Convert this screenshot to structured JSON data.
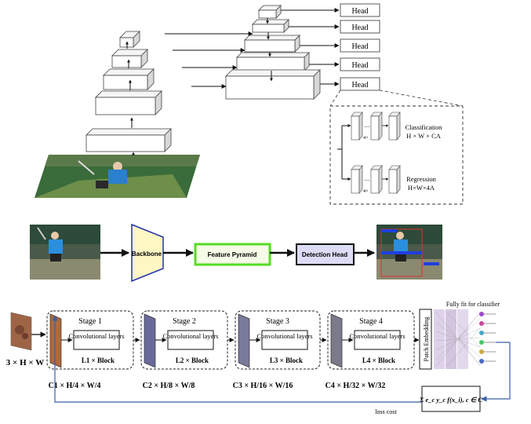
{
  "top_panel": {
    "heads": [
      "Head",
      "Head",
      "Head",
      "Head",
      "Head"
    ],
    "detail": {
      "repeat_label": "4×",
      "dots": "…",
      "classification_label": "Classification",
      "classification_dims": "H × W × CA",
      "regression_label": "Regression",
      "regression_dims": "H×W×4A"
    }
  },
  "middle_panel": {
    "stages": [
      "Backbone",
      "Feature Pyramid",
      "Detection Head"
    ],
    "colors": {
      "backbone_fill": "#fdf7c3",
      "backbone_stroke": "#2233aa",
      "pyramid_fill": "#f4fbe6",
      "pyramid_stroke": "#55dd22",
      "head_fill": "#dcdcf6",
      "head_stroke": "#111111"
    }
  },
  "bottom_panel": {
    "input_label": "3 × H × W",
    "stages": [
      {
        "title": "Stage 1",
        "block": "Convolutional layers",
        "repeat": "L1 × Block",
        "dims": "C1 × H/4 × W/4"
      },
      {
        "title": "Stage 2",
        "block": "Convolutional layers",
        "repeat": "L2 × Block",
        "dims": "C2 × H/8 × W/8"
      },
      {
        "title": "Stage 3",
        "block": "Convolutional layers",
        "repeat": "L3 × Block",
        "dims": "C3 × H/16 × W/16"
      },
      {
        "title": "Stage 4",
        "block": "Convolutional layers",
        "repeat": "L4 × Block",
        "dims": "C4 × H/32 × W/32"
      }
    ],
    "patch_embedding": "Patch Embedding",
    "classifier_label": "Fully fit for classifier",
    "loss_formula": "Σ e_c y_c f(x_i), c ∈ C",
    "loss_label": "loss cost"
  }
}
